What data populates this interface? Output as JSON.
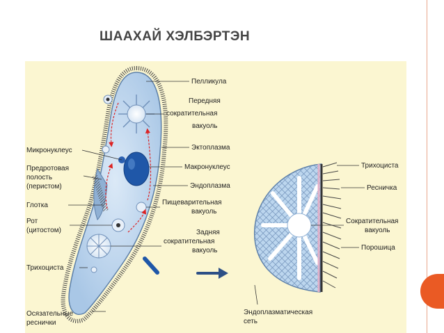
{
  "slide": {
    "title": "ШААХАЙ ХЭЛБЭРТЭН"
  },
  "colors": {
    "panel": "#fbf6d1",
    "accent": "#ea5a24",
    "cell_body": "#bcd6ee",
    "nucleus": "#1f57a8",
    "arrow": "#2c4f86"
  },
  "diagram": {
    "labels_left": {
      "micronucleus": "Микронуклеус",
      "peristome_1": "Предротовая",
      "peristome_2": "полость",
      "peristome_3": "(перистом)",
      "pharynx": "Глотка",
      "mouth_1": "Рот",
      "mouth_2": "(цитостом)",
      "trichocyst": "Трихоциста",
      "tactile_1": "Осязательные",
      "tactile_2": "реснички"
    },
    "labels_middle": {
      "pellicle": "Пелликула",
      "front_vac_1": "Передняя",
      "front_vac_2": "сократительная",
      "front_vac_3": "вакуоль",
      "ectoplasm": "Эктоплазма",
      "macronucleus": "Макронуклеус",
      "endoplasm": "Эндоплазма",
      "digestive_1": "Пищеварительная",
      "digestive_2": "вакуоль",
      "rear_vac_1": "Задняя",
      "rear_vac_2": "сократительная",
      "rear_vac_3": "вакуоль"
    },
    "labels_right": {
      "trichocyst": "Трихоциста",
      "cilium": "Ресничка",
      "contractile_1": "Сократительная",
      "contractile_2": "вакуоль",
      "pore": "Порошица",
      "er_1": "Эндоплазматическая",
      "er_2": "сеть"
    }
  }
}
